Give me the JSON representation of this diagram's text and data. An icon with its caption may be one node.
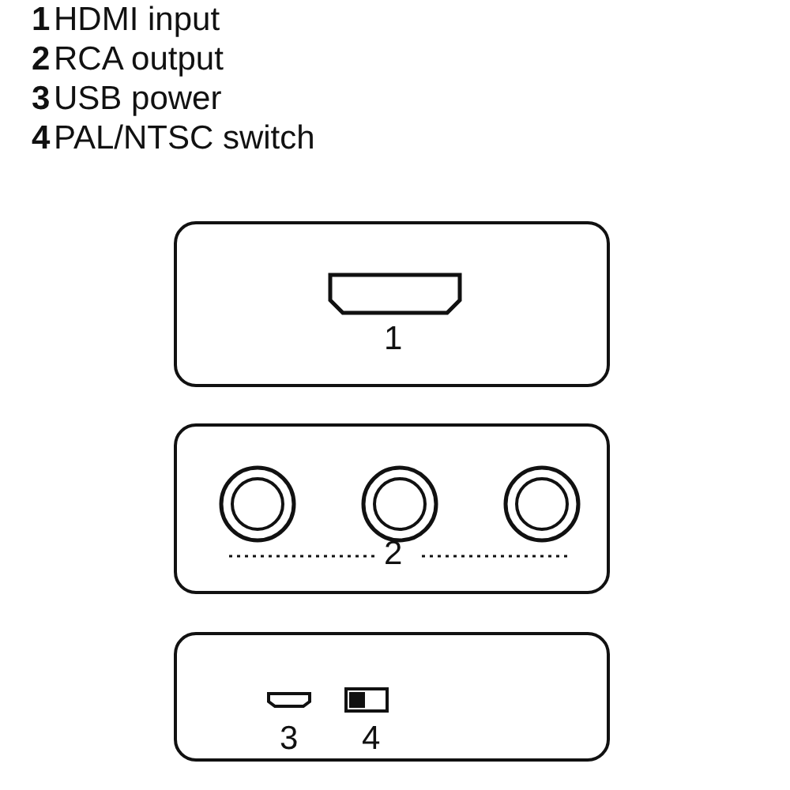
{
  "diagram": {
    "nodes": [
      {
        "text": [
          "1"
        ]
      },
      {
        "text": [
          "2"
        ]
      },
      {
        "text": [
          "3",
          "4"
        ]
      }
    ],
    "labels": [
      "1",
      "HDMI input",
      "2",
      "RCA output",
      "3",
      "USB power",
      "4",
      "PAL/NTSC switch"
    ]
  }
}
